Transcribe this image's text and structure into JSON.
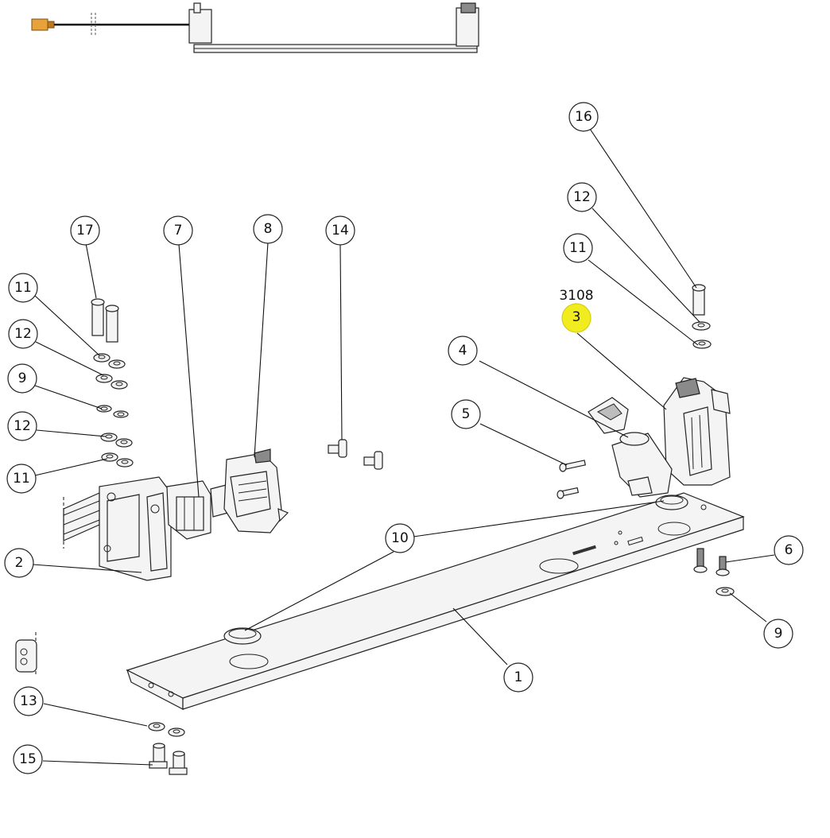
{
  "callouts": [
    {
      "id": "c1",
      "label": "1"
    },
    {
      "id": "c2",
      "label": "2"
    },
    {
      "id": "c3",
      "label": "3",
      "highlight": true,
      "ref": "3108"
    },
    {
      "id": "c4",
      "label": "4"
    },
    {
      "id": "c5",
      "label": "5"
    },
    {
      "id": "c6",
      "label": "6"
    },
    {
      "id": "c7",
      "label": "7"
    },
    {
      "id": "c8",
      "label": "8"
    },
    {
      "id": "c9a",
      "label": "9"
    },
    {
      "id": "c9b",
      "label": "9"
    },
    {
      "id": "c10",
      "label": "10"
    },
    {
      "id": "c11a",
      "label": "11"
    },
    {
      "id": "c11b",
      "label": "11"
    },
    {
      "id": "c11c",
      "label": "11"
    },
    {
      "id": "c12a",
      "label": "12"
    },
    {
      "id": "c12b",
      "label": "12"
    },
    {
      "id": "c12c",
      "label": "12"
    },
    {
      "id": "c13",
      "label": "13"
    },
    {
      "id": "c14",
      "label": "14"
    },
    {
      "id": "c15",
      "label": "15"
    },
    {
      "id": "c16",
      "label": "16"
    },
    {
      "id": "c17",
      "label": "17"
    }
  ],
  "colors": {
    "highlight": "#f1ec1f",
    "line": "#222222",
    "part_fill": "#f4f4f4",
    "connector": "#e8a23a"
  }
}
